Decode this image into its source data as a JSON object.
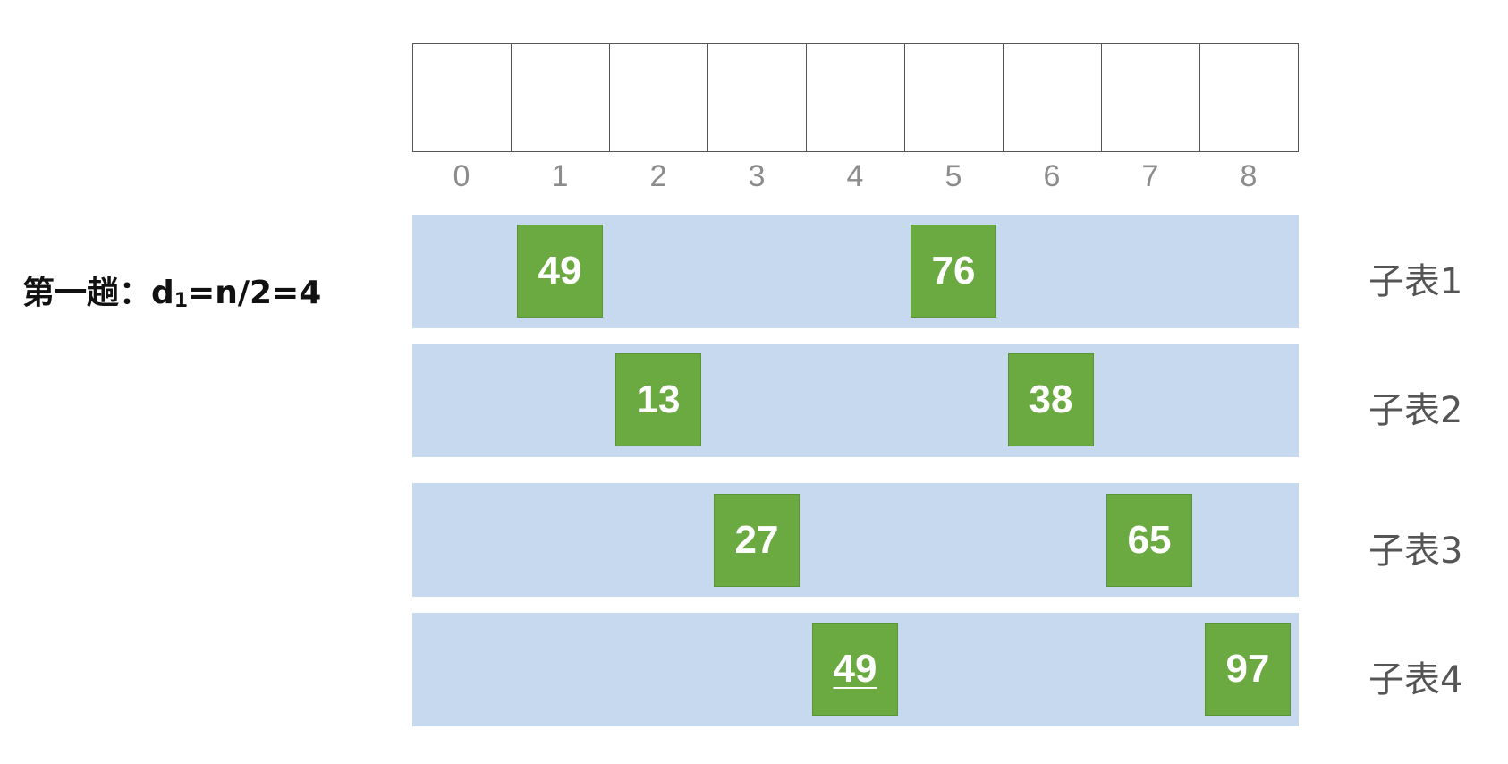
{
  "pass_label": {
    "prefix": "第一趟：d",
    "subscript": "1",
    "suffix": "=n/2=4"
  },
  "array": {
    "indices": [
      "0",
      "1",
      "2",
      "3",
      "4",
      "5",
      "6",
      "7",
      "8"
    ]
  },
  "sublists": [
    {
      "label": "子表1",
      "items": [
        {
          "value": "49",
          "index": 1,
          "underlined": false
        },
        {
          "value": "76",
          "index": 5,
          "underlined": false
        }
      ]
    },
    {
      "label": "子表2",
      "items": [
        {
          "value": "13",
          "index": 2,
          "underlined": false
        },
        {
          "value": "38",
          "index": 6,
          "underlined": false
        }
      ]
    },
    {
      "label": "子表3",
      "items": [
        {
          "value": "27",
          "index": 3,
          "underlined": false
        },
        {
          "value": "65",
          "index": 7,
          "underlined": false
        }
      ]
    },
    {
      "label": "子表4",
      "items": [
        {
          "value": "49",
          "index": 4,
          "underlined": true
        },
        {
          "value": "97",
          "index": 8,
          "underlined": false
        }
      ]
    }
  ],
  "colors": {
    "box": "#6aaa40",
    "strip": "#c6d9ee",
    "index_text": "#8c8c8c",
    "label_text": "#555555"
  }
}
